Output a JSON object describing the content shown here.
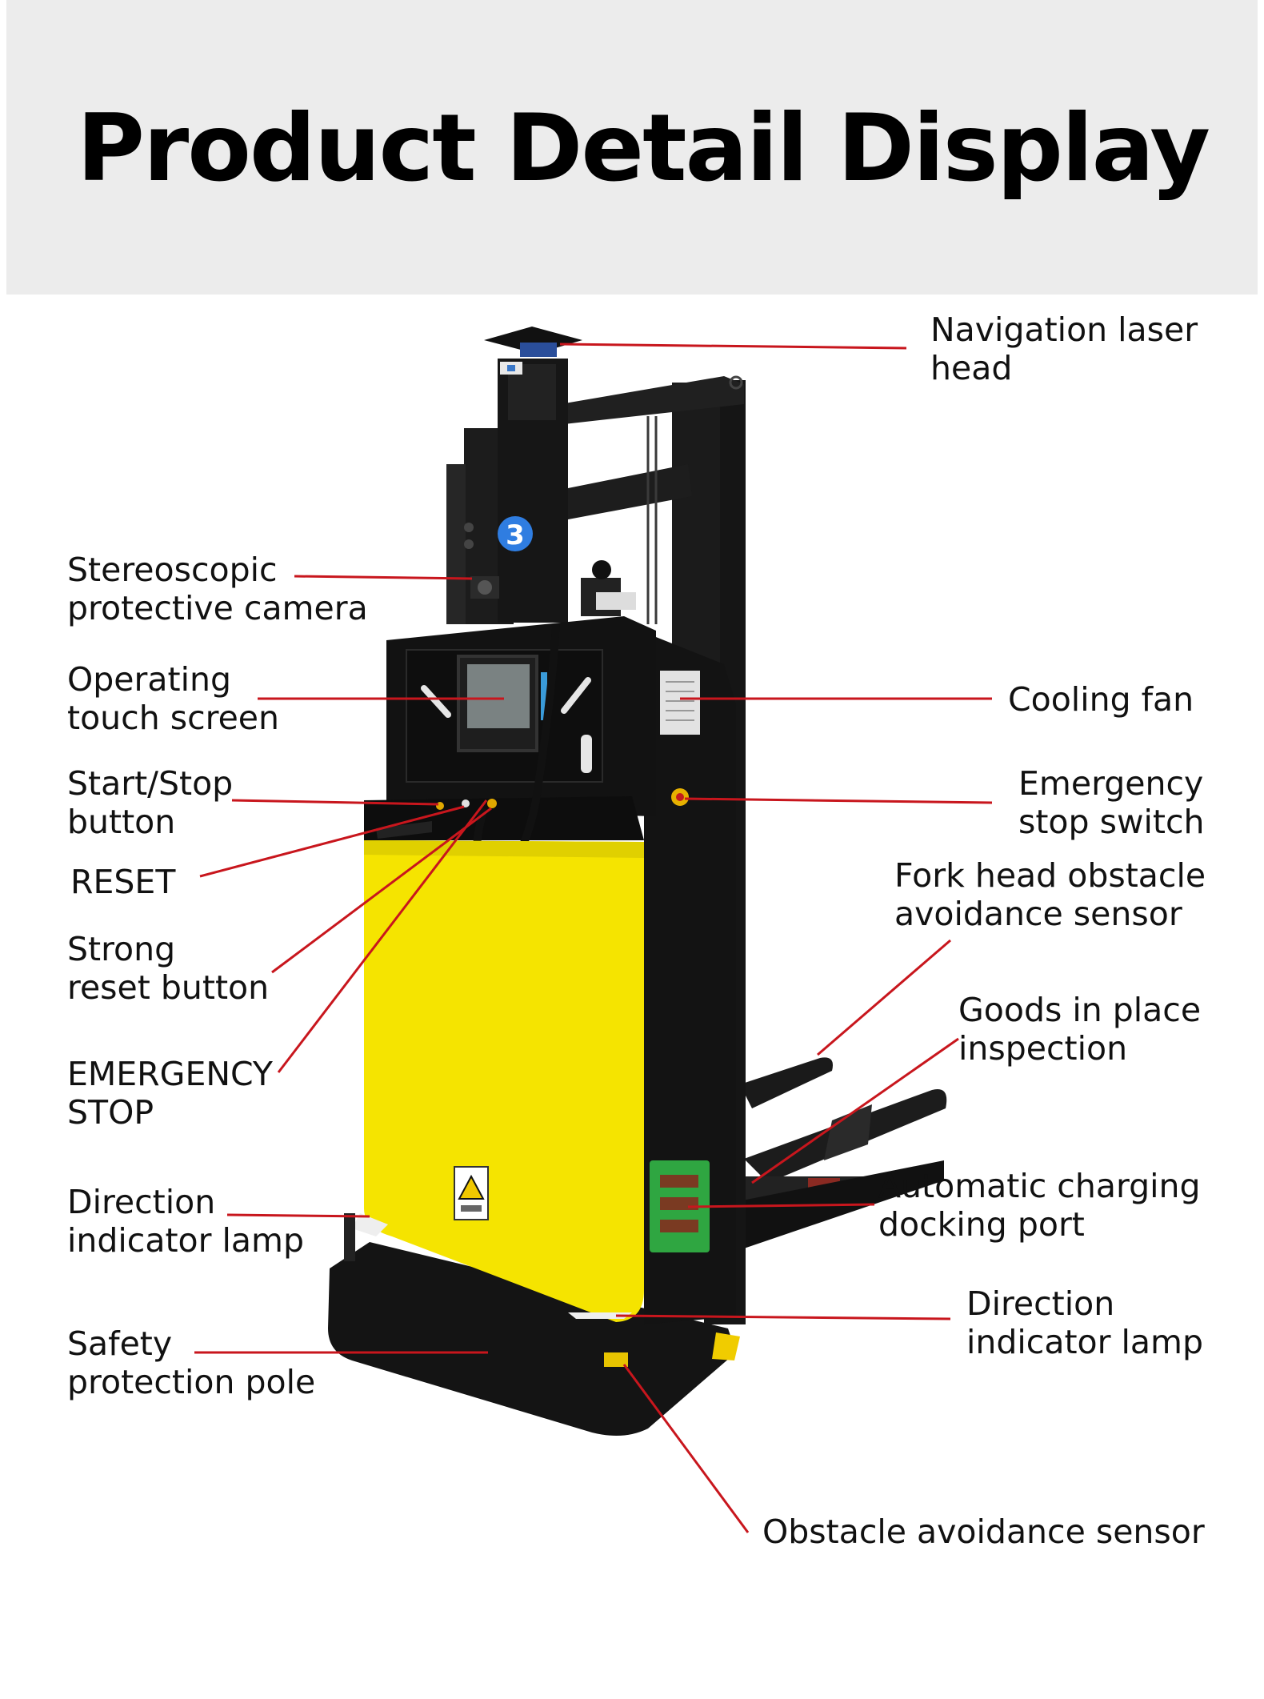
{
  "title": "Product Detail Display",
  "colors": {
    "leader_line": "#c8161d",
    "body_yellow": "#f5e400",
    "body_black": "#111111",
    "header_bg": "#ececec"
  },
  "badge_number": "3",
  "labels_left": [
    {
      "id": "stereoscopic-camera",
      "lines": [
        "Stereoscopic",
        "protective camera"
      ]
    },
    {
      "id": "touch-screen",
      "lines": [
        "Operating",
        "touch screen"
      ]
    },
    {
      "id": "start-stop",
      "lines": [
        "Start/Stop",
        "button"
      ]
    },
    {
      "id": "reset",
      "lines": [
        "RESET"
      ]
    },
    {
      "id": "strong-reset",
      "lines": [
        "Strong",
        "reset button"
      ]
    },
    {
      "id": "emergency-stop",
      "lines": [
        "EMERGENCY",
        "STOP"
      ]
    },
    {
      "id": "direction-lamp-left",
      "lines": [
        "Direction",
        "indicator lamp"
      ]
    },
    {
      "id": "safety-pole",
      "lines": [
        "Safety",
        "protection pole"
      ]
    }
  ],
  "labels_right": [
    {
      "id": "navigation-laser",
      "lines": [
        "Navigation laser",
        "head"
      ]
    },
    {
      "id": "cooling-fan",
      "lines": [
        "Cooling fan"
      ]
    },
    {
      "id": "emergency-switch",
      "lines": [
        "Emergency",
        "stop switch"
      ]
    },
    {
      "id": "fork-sensor",
      "lines": [
        "Fork head obstacle",
        "avoidance sensor"
      ]
    },
    {
      "id": "goods-inspection",
      "lines": [
        "Goods in place",
        "inspection"
      ]
    },
    {
      "id": "charging-port",
      "lines": [
        "Automatic charging",
        "docking port"
      ]
    },
    {
      "id": "direction-lamp-right",
      "lines": [
        "Direction",
        "indicator lamp"
      ]
    },
    {
      "id": "obstacle-sensor",
      "lines": [
        "Obstacle avoidance sensor"
      ]
    }
  ]
}
